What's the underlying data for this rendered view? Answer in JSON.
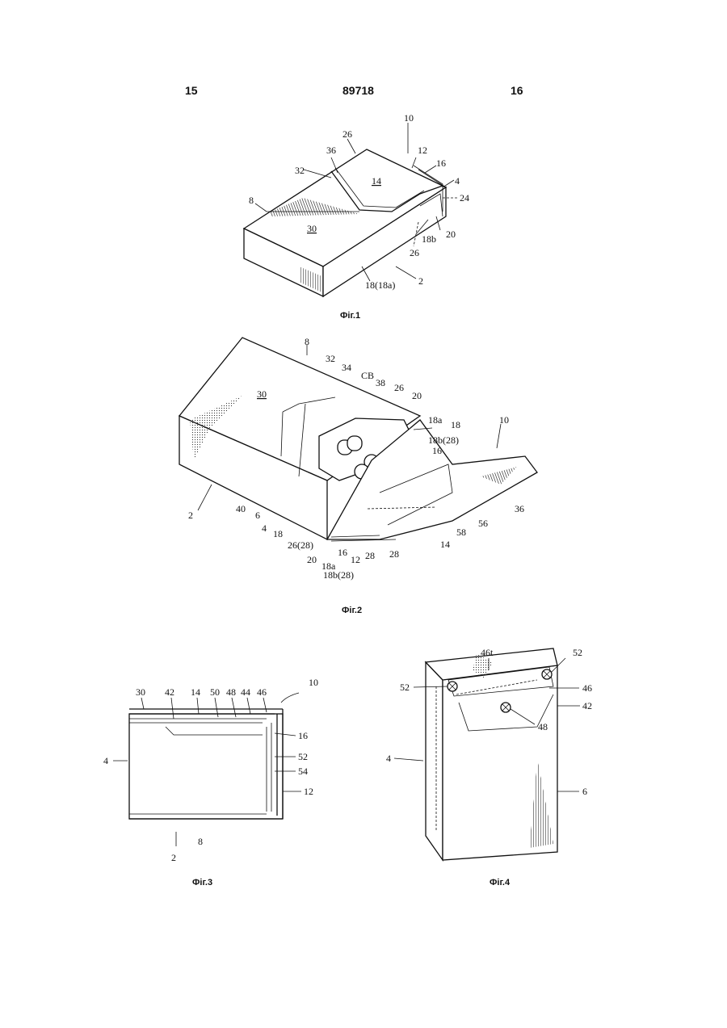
{
  "header": {
    "left_page": "15",
    "patent_number": "89718",
    "right_page": "16"
  },
  "figures": {
    "fig1": {
      "caption": "Фіг.1",
      "labels": [
        "10",
        "26",
        "12",
        "36",
        "16",
        "32",
        "14",
        "4",
        "24",
        "8",
        "30",
        "20",
        "18b",
        "26",
        "18(18a)",
        "2"
      ]
    },
    "fig2": {
      "caption": "Фіг.2",
      "labels": [
        "8",
        "32",
        "34",
        "30",
        "CB",
        "38",
        "26",
        "20",
        "18a",
        "18",
        "10",
        "18b(28)",
        "16",
        "40",
        "6",
        "4",
        "18",
        "26(28)",
        "20",
        "18a",
        "18b(28)",
        "16",
        "12",
        "28",
        "28",
        "14",
        "58",
        "56",
        "36",
        "2"
      ]
    },
    "fig3": {
      "caption": "Фіг.3",
      "labels": [
        "10",
        "30",
        "42",
        "14",
        "50",
        "48",
        "44",
        "46",
        "16",
        "4",
        "52",
        "54",
        "12",
        "8",
        "2"
      ]
    },
    "fig4": {
      "caption": "Фіг.4",
      "labels": [
        "46t",
        "52",
        "52",
        "46",
        "42",
        "48",
        "4",
        "6"
      ]
    }
  },
  "colors": {
    "ink": "#111111",
    "paper": "#ffffff"
  }
}
